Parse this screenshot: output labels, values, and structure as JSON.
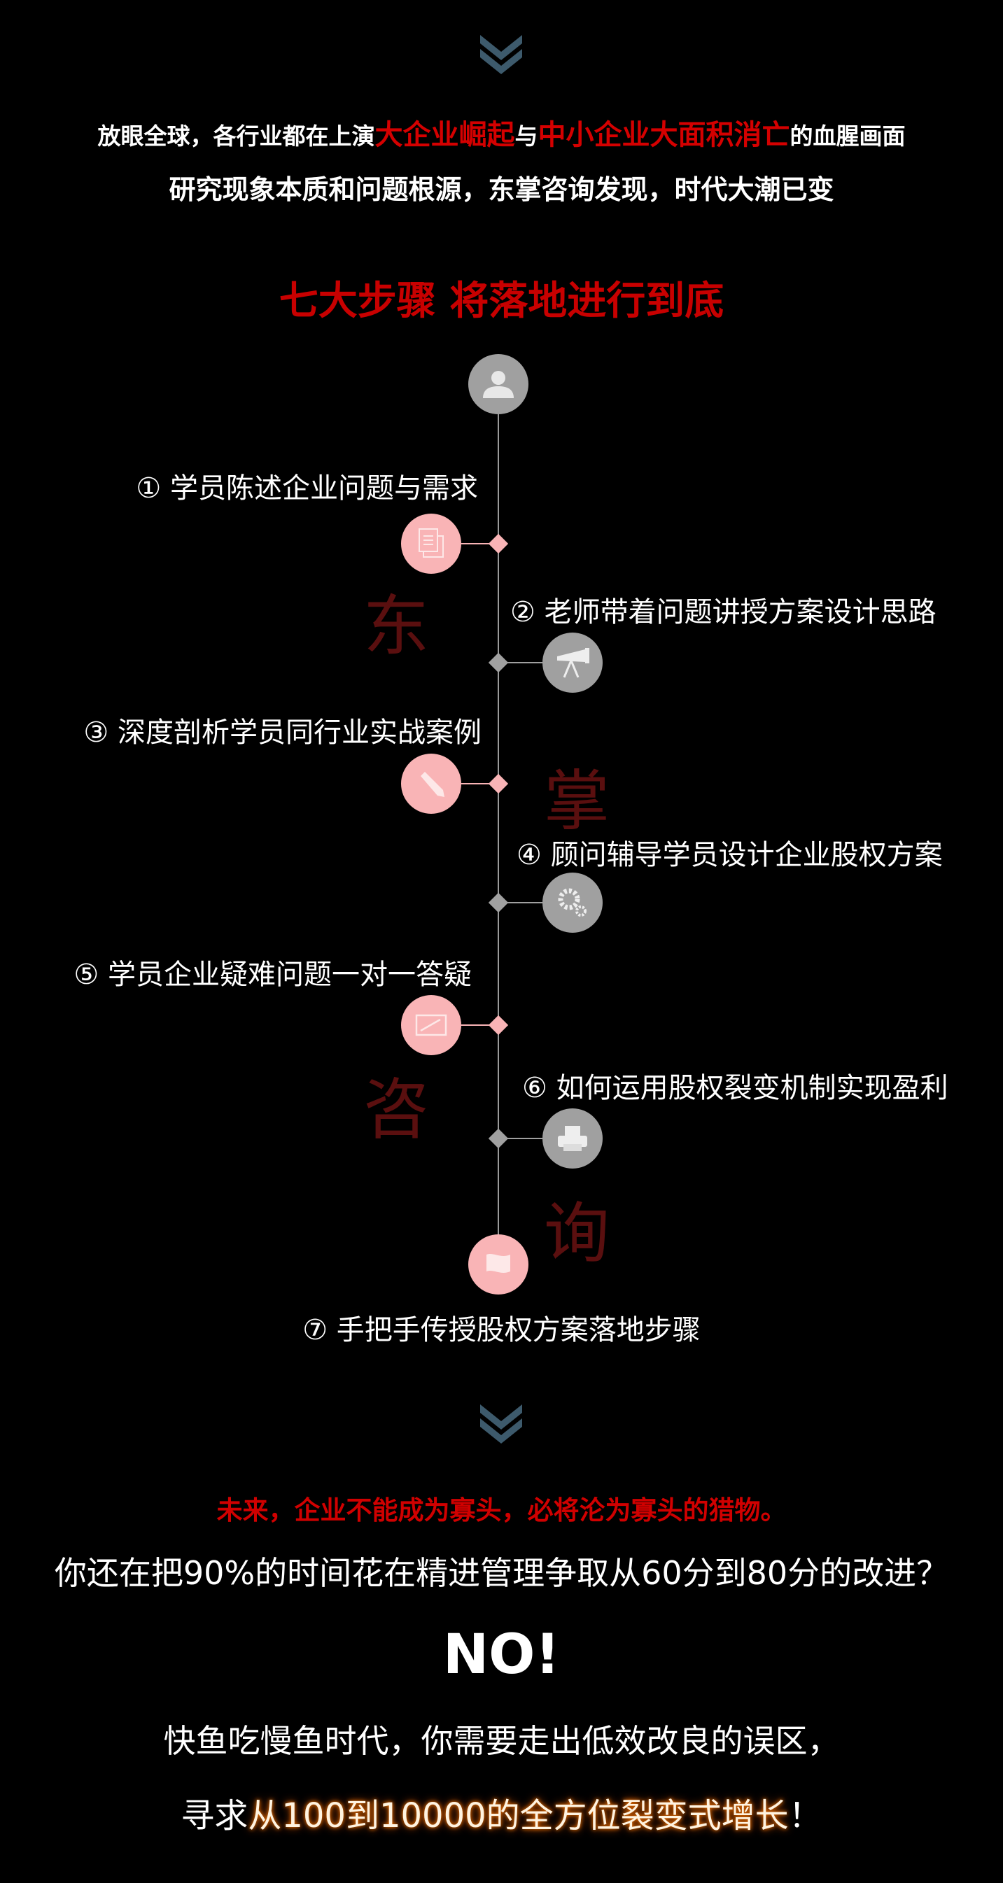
{
  "header": {
    "line1_pre": "放眼全球，各行业都在上演",
    "line1_red1": "大企业崛起",
    "line1_mid": "与",
    "line1_red2": "中小企业大面积消亡",
    "line1_post": "的血腥画面",
    "line2": "研究现象本质和问题根源，东掌咨询发现，时代大潮已变",
    "title": "七大步骤 将落地进行到底"
  },
  "steps": [
    {
      "label": "① 学员陈述企业问题与需求",
      "icon": "documents-icon"
    },
    {
      "label": "② 老师带着问题讲授方案设计思路",
      "icon": "telescope-icon"
    },
    {
      "label": "③ 深度剖析学员同行业实战案例",
      "icon": "pencil-icon"
    },
    {
      "label": "④ 顾问辅导学员设计企业股权方案",
      "icon": "gears-icon"
    },
    {
      "label": "⑤ 学员企业疑难问题一对一答疑",
      "icon": "chart-board-icon"
    },
    {
      "label": "⑥ 如何运用股权裂变机制实现盈利",
      "icon": "printer-icon"
    },
    {
      "label": "⑦ 手把手传授股权方案落地步骤",
      "icon": "flag-icon"
    }
  ],
  "watermark": [
    "东",
    "掌",
    "咨",
    "询"
  ],
  "footer": {
    "red_line": "未来，企业不能成为寡头，必将沦为寡头的猎物。",
    "question": "你还在把90%的时间花在精进管理争取从60分到80分的改进？",
    "no": "NO!",
    "line3": "快鱼吃慢鱼时代，你需要走出低效改良的误区，",
    "line4_pre": "寻求",
    "line4_glow": "从100到10000的全方位裂变式增长",
    "line4_post": "！"
  },
  "colors": {
    "accent_red": "#c80000",
    "pink": "#f9b4b6",
    "grey": "#a0a0a0",
    "chevron": "#3d5a6c"
  }
}
